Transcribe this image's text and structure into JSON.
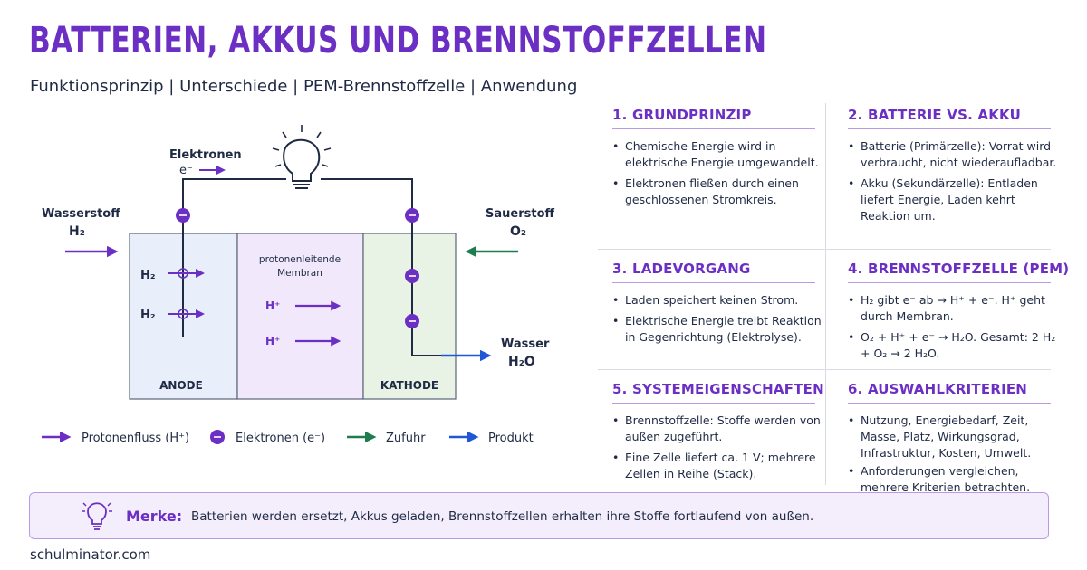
{
  "header": {
    "title": "BATTERIEN, AKKUS UND BRENNSTOFFZELLEN",
    "subtitle": "Funktionsprinzip | Unterschiede | PEM-Brennstoffzelle | Anwendung"
  },
  "diagram": {
    "electrons_label": "Elektronen",
    "electron_symbol": "e⁻",
    "hydrogen_label": "Wasserstoff",
    "hydrogen_formula": "H₂",
    "oxygen_label": "Sauerstoff",
    "oxygen_formula": "O₂",
    "water_label": "Wasser",
    "water_formula": "H₂O",
    "membrane_label_1": "protonenleitende",
    "membrane_label_2": "Membran",
    "anode_label": "ANODE",
    "cathode_label": "KATHODE",
    "h2_inside": "H₂",
    "proton": "H⁺",
    "electron_sign": "−"
  },
  "legend": {
    "protons": "Protonenfluss (H⁺)",
    "electrons": "Elektronen (e⁻)",
    "supply": "Zufuhr",
    "product": "Produkt"
  },
  "sections": [
    {
      "title": "1. GRUNDPRINZIP",
      "items": [
        "Chemische Energie wird in elektrische Energie umgewandelt.",
        "Elektronen fließen durch einen geschlossenen Stromkreis."
      ]
    },
    {
      "title": "2. BATTERIE VS. AKKU",
      "items": [
        "Batterie (Primärzelle): Vorrat wird verbraucht, nicht wiederaufladbar.",
        "Akku (Sekundärzelle): Entladen liefert Energie, Laden kehrt Reaktion um."
      ]
    },
    {
      "title": "3. LADEVORGANG",
      "items": [
        "Laden speichert keinen Strom.",
        "Elektrische Energie treibt Reaktion in Gegenrichtung (Elektrolyse)."
      ]
    },
    {
      "title": "4. BRENNSTOFFZELLE (PEM)",
      "items": [
        "H₂ gibt e⁻ ab → H⁺ + e⁻. H⁺ geht durch Membran.",
        "O₂ + H⁺ + e⁻ → H₂O. Gesamt: 2 H₂ + O₂ → 2 H₂O."
      ]
    },
    {
      "title": "5. SYSTEMEIGENSCHAFTEN",
      "items": [
        "Brennstoffzelle: Stoffe werden von außen zugeführt.",
        "Eine Zelle liefert ca. 1 V; mehrere Zellen in Reihe (Stack)."
      ]
    },
    {
      "title": "6. AUSWAHLKRITERIEN",
      "items": [
        "Nutzung, Energiebedarf, Zeit, Masse, Platz, Wirkungsgrad, Infrastruktur, Kosten, Umwelt.",
        "Anforderungen vergleichen, mehrere Kriterien betrachten."
      ]
    }
  ],
  "note": {
    "label": "Merke:",
    "text": "Batterien werden ersetzt, Akkus geladen, Brennstoffzellen erhalten ihre Stoffe fortlaufend von außen."
  },
  "footer": {
    "site": "schulminator.com"
  },
  "colors": {
    "purple": "#6b2fc4",
    "green": "#1e7d4f",
    "blue": "#1f57d6",
    "navy": "#1f2a44",
    "anode_fill": "#e9eefb",
    "membrane_fill": "#f1e8fb",
    "cathode_fill": "#e8f3e6"
  }
}
